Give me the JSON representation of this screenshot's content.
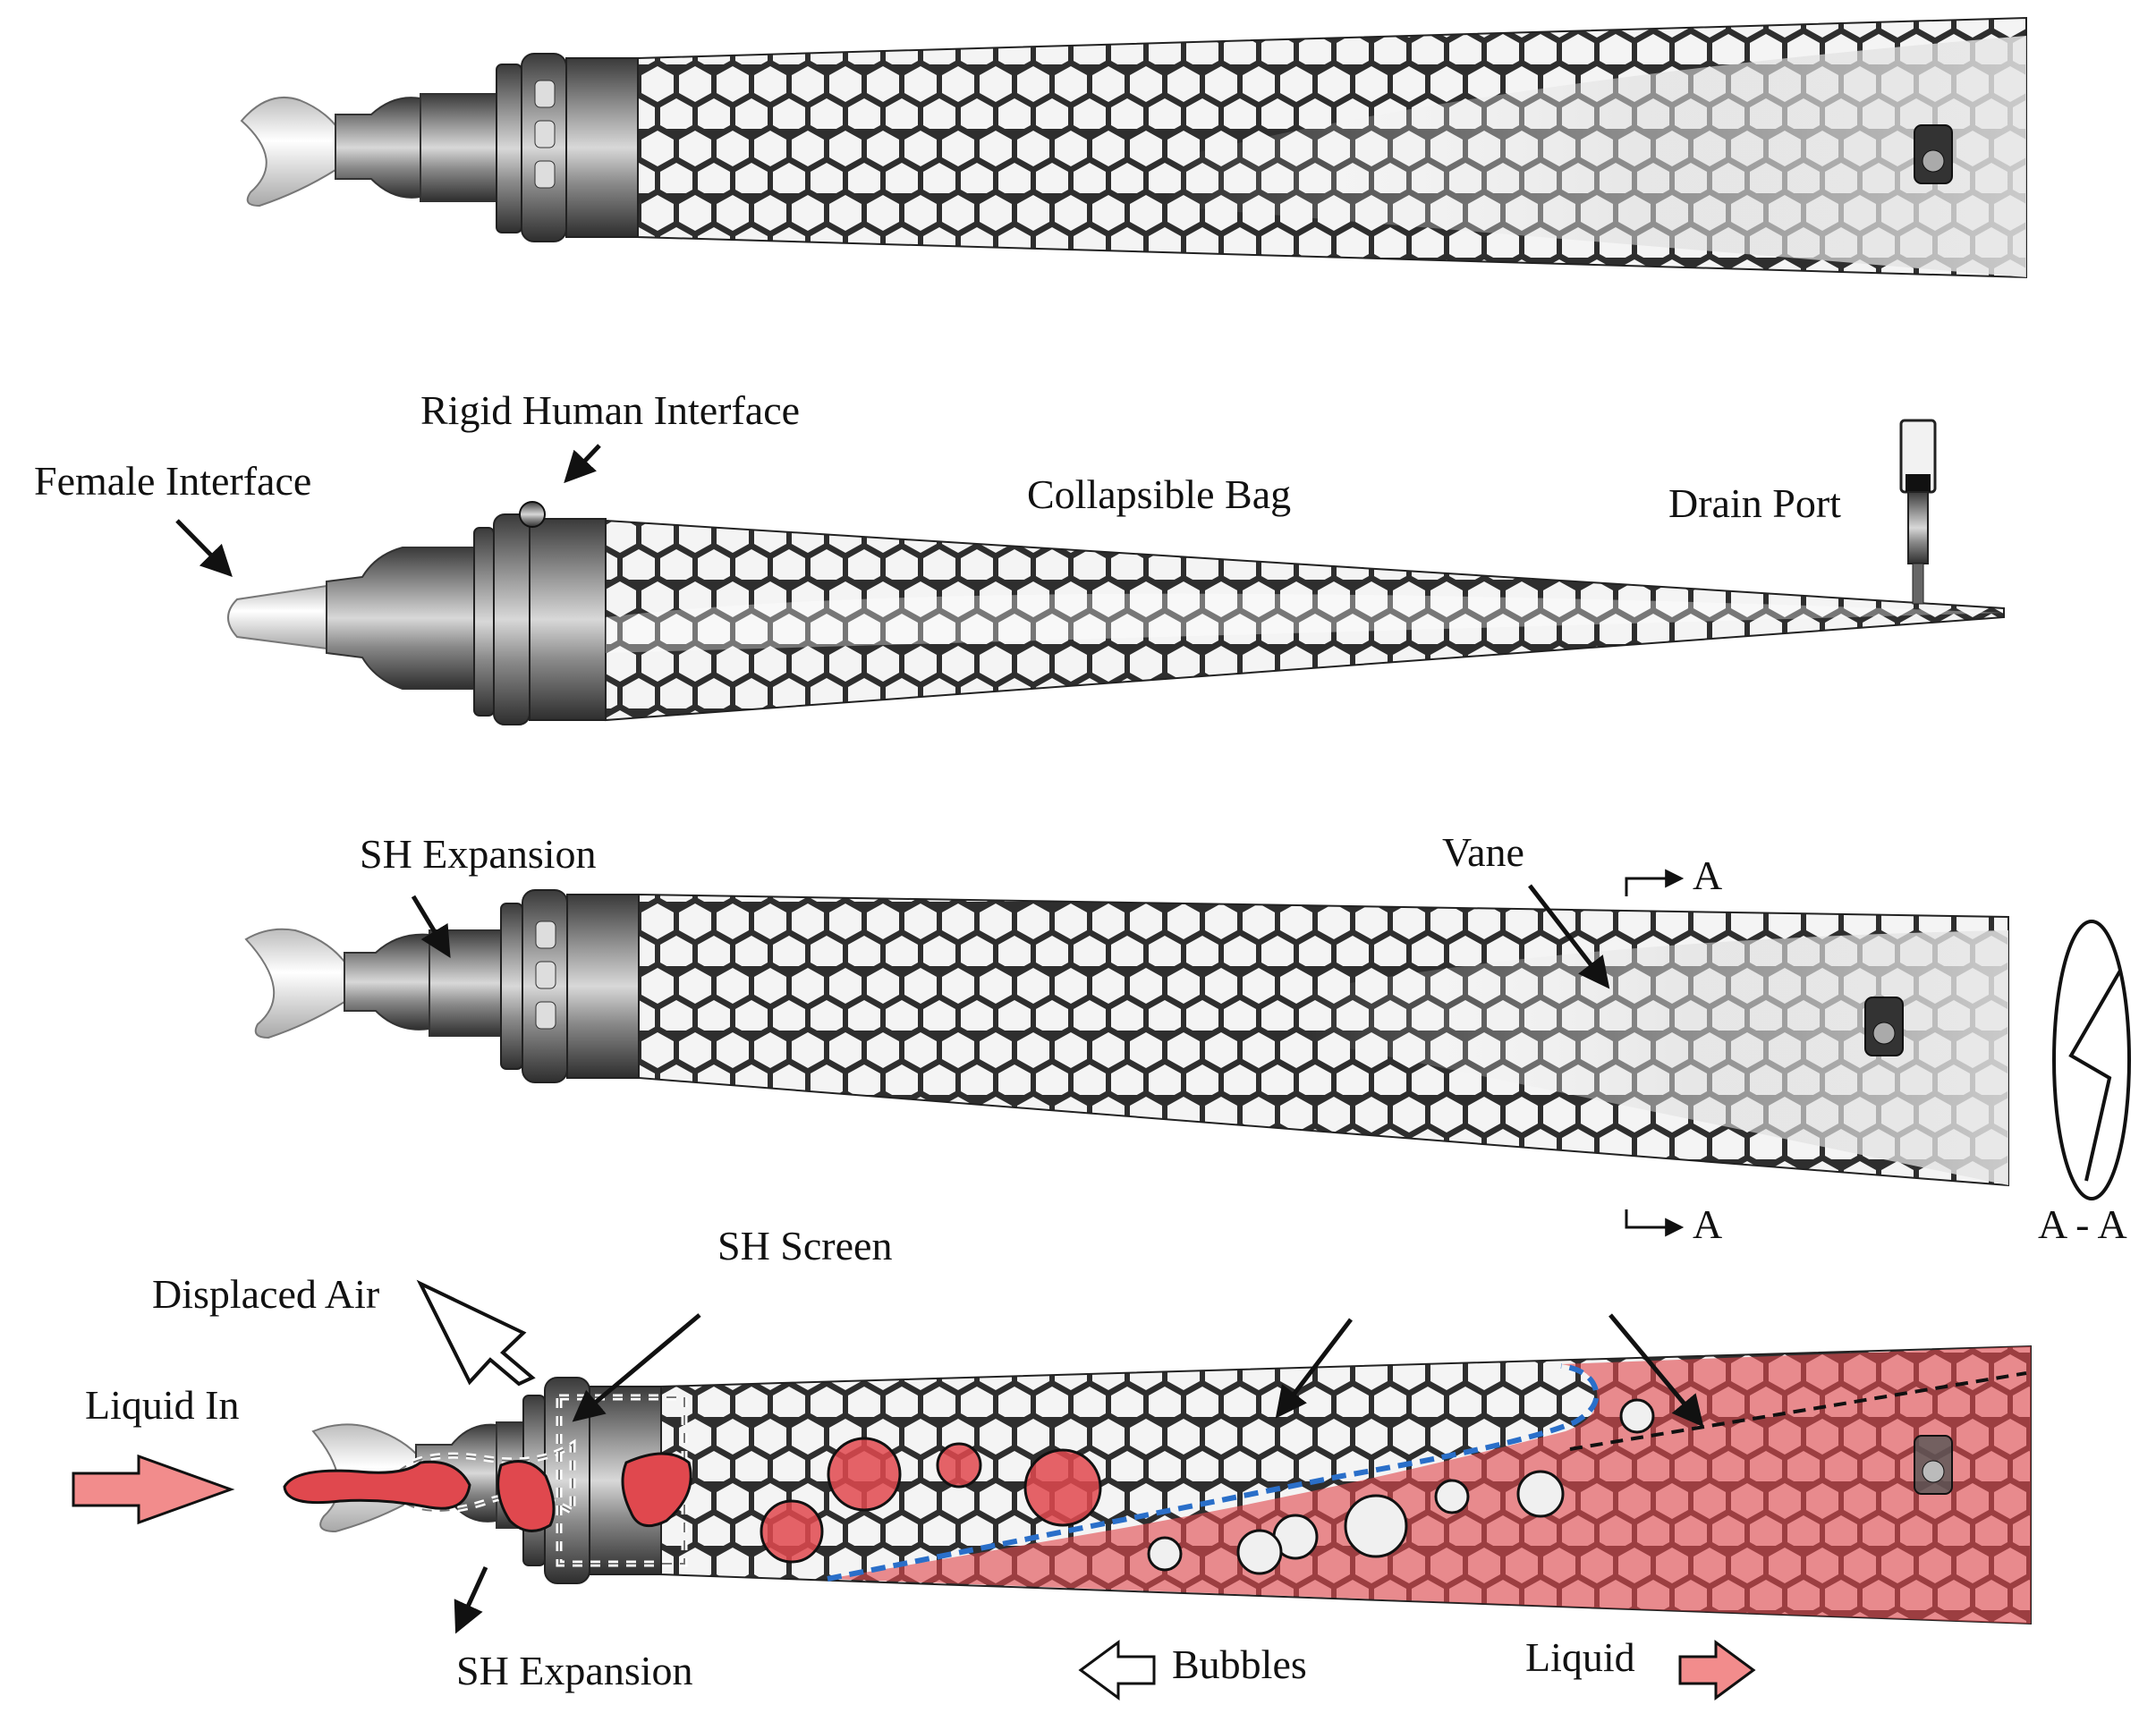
{
  "labels": {
    "rigid_human_interface": "Rigid Human Interface",
    "female_interface": "Female Interface",
    "collapsible_bag": "Collapsible Bag",
    "drain_port": "Drain Port",
    "sh_expansion_top": "SH Expansion",
    "vane": "Vane",
    "section_marker_top": "A",
    "section_marker_bottom": "A",
    "section_view": "A - A",
    "sh_screen": "SH Screen",
    "displaced_air": "Displaced Air",
    "liquid_in": "Liquid In",
    "sh_expansion_bottom": "SH Expansion",
    "bubbles": "Bubbles",
    "liquid": "Liquid"
  },
  "colors": {
    "liquid_red": "#e0484e",
    "liquid_red_light": "#f28c8c",
    "interface_line_blue": "#2a6fc9",
    "metal_dark": "#4a4a4a",
    "metal_mid": "#8a8a8a",
    "bag_light": "#e8e8e8",
    "hex_edge": "#333333"
  }
}
